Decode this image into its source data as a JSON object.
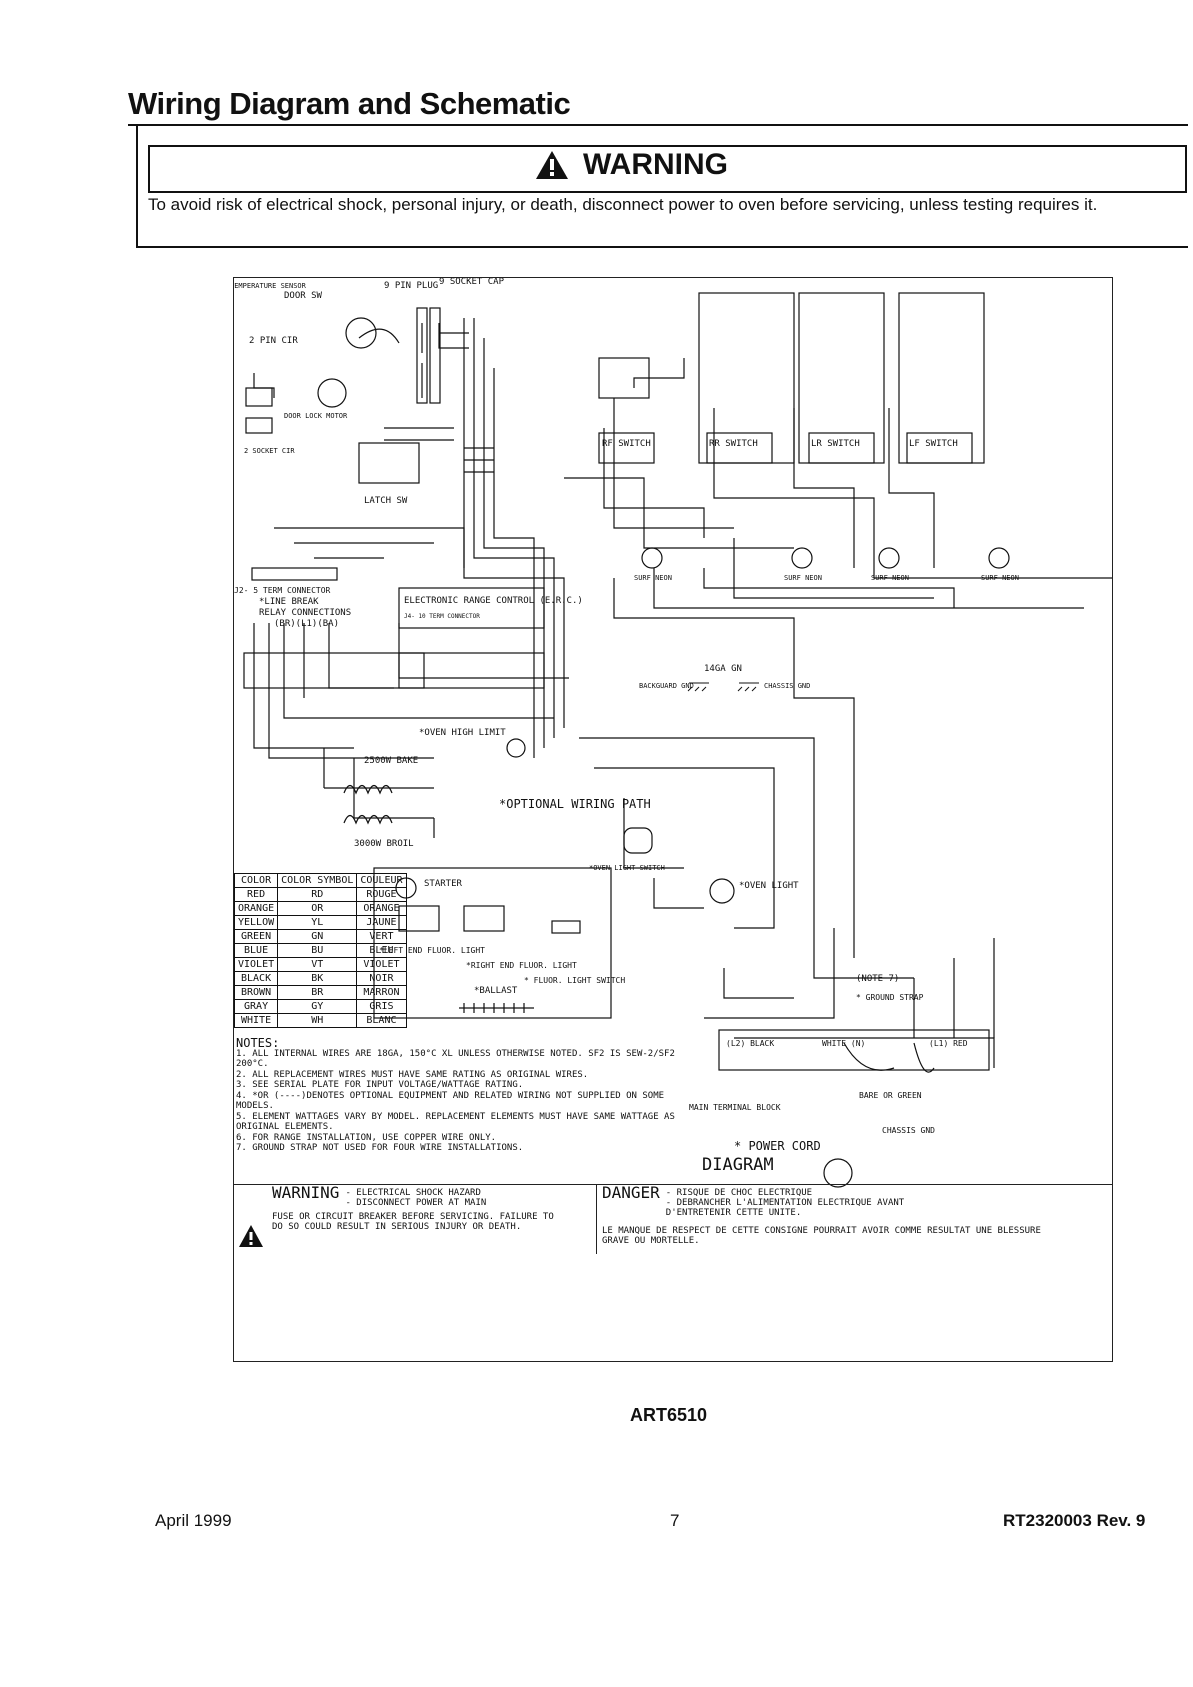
{
  "page_title": "Wiring Diagram and Schematic",
  "warning": {
    "label": "WARNING",
    "message": "To avoid risk of electrical shock, personal injury, or death, disconnect power to oven before servicing, unless testing requires it."
  },
  "diagram": {
    "labels": {
      "temp_sensor": "TEMPERATURE SENSOR",
      "door_sw": "DOOR SW",
      "pin9_plug": "9 PIN PLUG",
      "socket9_cap": "9 SOCKET CAP",
      "pin2_cir": "2 PIN CIR",
      "door_lock_motor": "DOOR LOCK MOTOR",
      "socket2_cir": "2 SOCKET CIR",
      "latch_sw": "LATCH SW",
      "j2_connector": "J2- 5 TERM CONNECTOR",
      "line_break": "*LINE BREAK",
      "relay_connections": "RELAY CONNECTIONS",
      "relay_codes": "(BR)(L1)(BA)",
      "erc": "ELECTRONIC RANGE CONTROL (E.R.C.)",
      "j4_connector": "J4- 10 TERM CONNECTOR",
      "rf_switch": "RF SWITCH",
      "rr_switch": "RR SWITCH",
      "lr_switch": "LR SWITCH",
      "lf_switch": "LF SWITCH",
      "surf_neon": "SURF NEON",
      "backguard_gnd": "BACKGUARD GND",
      "chassis_gnd": "CHASSIS GND",
      "gn_14ga": "14GA GN",
      "oven_high_limit": "*OVEN HIGH LIMIT",
      "bake": "2500W BAKE",
      "broil": "3000W BROIL",
      "optional_wiring": "*OPTIONAL WIRING PATH",
      "oven_light_switch": "*OVEN LIGHT SWITCH",
      "oven_light": "*OVEN LIGHT",
      "starter": "STARTER",
      "left_end": "*LEFT END FLUOR. LIGHT",
      "right_end": "*RIGHT END FLUOR. LIGHT",
      "fluor_switch": "* FLUOR. LIGHT SWITCH",
      "ballast": "*BALLAST",
      "ground_strap": "* GROUND STRAP",
      "note7": "(NOTE 7)",
      "main_terminal_block": "MAIN TERMINAL BLOCK",
      "power_cord": "* POWER CORD",
      "power_cord_diagram": "DIAGRAM",
      "bare_or_green": "BARE OR GREEN",
      "chassis_gnd2": "CHASSIS GND",
      "l2_black": "(L2) BLACK",
      "white_n": "WHITE (N)",
      "l1_red": "(L1) RED"
    },
    "color_legend": {
      "headers": [
        "COLOR",
        "COLOR SYMBOL",
        "COULEUR"
      ],
      "rows": [
        [
          "RED",
          "RD",
          "ROUGE"
        ],
        [
          "ORANGE",
          "OR",
          "ORANGE"
        ],
        [
          "YELLOW",
          "YL",
          "JAUNE"
        ],
        [
          "GREEN",
          "GN",
          "VERT"
        ],
        [
          "BLUE",
          "BU",
          "BLEU"
        ],
        [
          "VIOLET",
          "VT",
          "VIOLET"
        ],
        [
          "BLACK",
          "BK",
          "NOIR"
        ],
        [
          "BROWN",
          "BR",
          "MARRON"
        ],
        [
          "GRAY",
          "GY",
          "GRIS"
        ],
        [
          "WHITE",
          "WH",
          "BLANC"
        ]
      ]
    },
    "notes_title": "NOTES:",
    "notes": [
      "1. ALL INTERNAL WIRES ARE 18GA, 150°C XL UNLESS OTHERWISE NOTED. SF2 IS SEW-2/SF2 200°C.",
      "2. ALL REPLACEMENT WIRES MUST HAVE SAME RATING AS ORIGINAL WIRES.",
      "3. SEE SERIAL PLATE FOR INPUT VOLTAGE/WATTAGE RATING.",
      "4. *OR (----)DENOTES OPTIONAL EQUIPMENT AND RELATED WIRING NOT SUPPLIED ON SOME MODELS.",
      "5. ELEMENT WATTAGES VARY BY MODEL. REPLACEMENT ELEMENTS MUST HAVE SAME WATTAGE AS ORIGINAL ELEMENTS.",
      "6. FOR RANGE INSTALLATION, USE COPPER WIRE ONLY.",
      "7. GROUND STRAP NOT USED FOR FOUR WIRE INSTALLATIONS."
    ],
    "bottom_warning": {
      "title": "WARNING",
      "line1": "- ELECTRICAL SHOCK HAZARD",
      "line2": "- DISCONNECT POWER AT MAIN",
      "body": "FUSE OR CIRCUIT BREAKER BEFORE SERVICING. FAILURE TO DO SO COULD RESULT IN SERIOUS INJURY OR DEATH."
    },
    "bottom_danger": {
      "title": "DANGER",
      "line1": "- RISQUE DE CHOC ELECTRIQUE",
      "line2": "- DEBRANCHER L'ALIMENTATION ELECTRIQUE AVANT D'ENTRETENIR CETTE UNITE.",
      "body": "LE MANQUE DE RESPECT DE CETTE CONSIGNE POURRAIT AVOIR COMME RESULTAT UNE BLESSURE GRAVE OU MORTELLE."
    }
  },
  "art_number": "ART6510",
  "footer": {
    "date": "April 1999",
    "page": "7",
    "doc": "RT2320003 Rev. 9"
  }
}
